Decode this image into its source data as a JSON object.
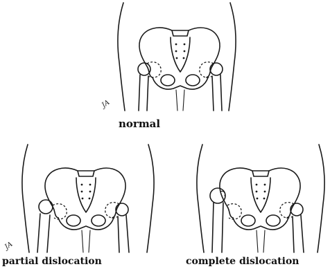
{
  "panels": {
    "normal": {
      "caption": "normal"
    },
    "partial": {
      "caption": "partial dislocation"
    },
    "complete": {
      "caption": "complete dislocation"
    }
  },
  "artist_initials": "JA"
}
